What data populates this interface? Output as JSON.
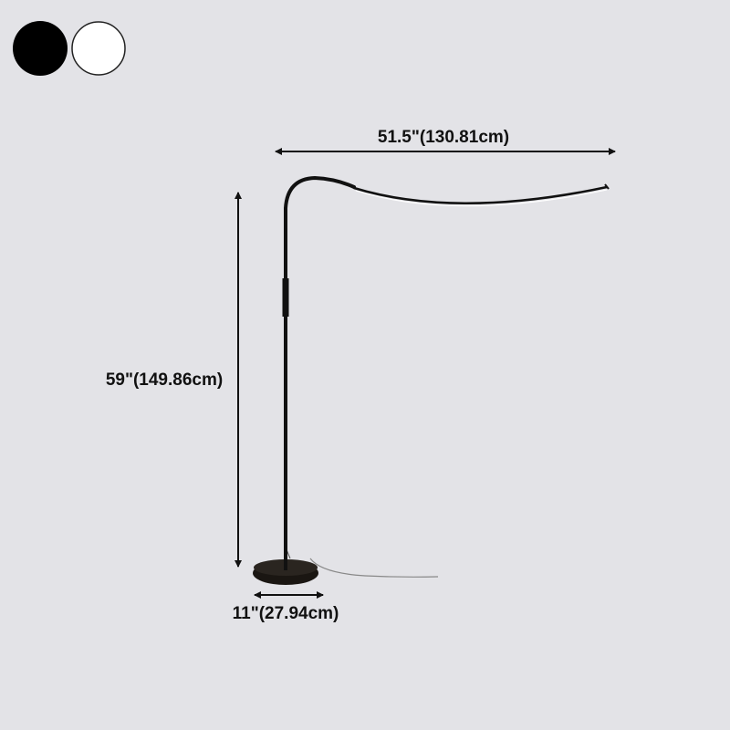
{
  "swatches": [
    {
      "name": "black",
      "color": "#000000"
    },
    {
      "name": "white",
      "color": "#ffffff"
    }
  ],
  "dimensions": {
    "width": "51.5\"(130.81cm)",
    "height": "59\"(149.86cm)",
    "base": "11\"(27.94cm)"
  }
}
